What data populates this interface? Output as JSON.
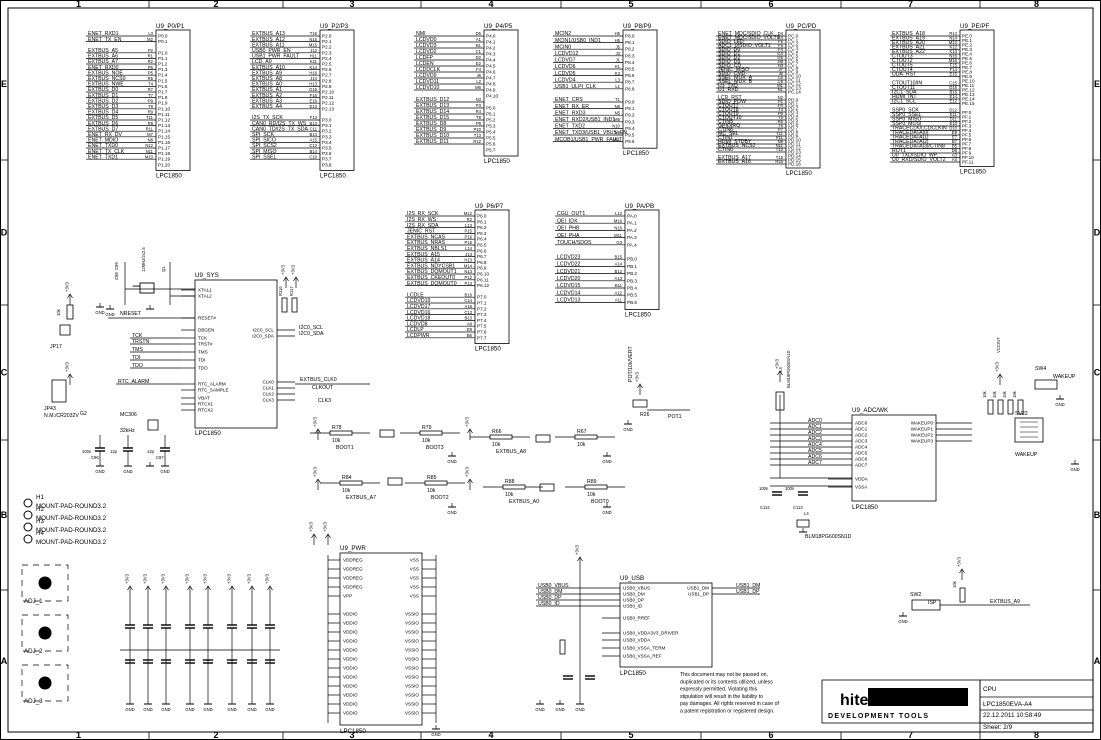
{
  "zones": {
    "cols": [
      "1",
      "2",
      "3",
      "4",
      "5",
      "6",
      "7",
      "8"
    ],
    "rows": [
      "E",
      "D",
      "C",
      "B",
      "A"
    ]
  },
  "parts": [
    {
      "name": "U9_P0/P1",
      "device": "LPC1850",
      "nets": [
        "ENET_RXD1",
        "ENET_TX_EN",
        "",
        "EXTBUS_A5",
        "EXTBUS_A6",
        "EXTBUS_A7",
        "ENET_RXD0",
        "EXTBUS_NOE",
        "EXTBUS_NCS0",
        "EXTBUS_NWE",
        "EXTBUS_D0",
        "EXTBUS_D1",
        "EXTBUS_D2",
        "EXTBUS_D3",
        "EXTBUS_D4",
        "EXTBUS_D5",
        "EXTBUS_D6",
        "EXTBUS_D7",
        "ENET_RX_DV",
        "ENET_MDIO",
        "ENET_TXD0",
        "ENET_TX_CLK",
        "ENET_TXD1"
      ],
      "balls": [
        "L3",
        "M2",
        "",
        "P2",
        "R1",
        "R2",
        "P5",
        "P5",
        "R5",
        "T4",
        "R7",
        "T7",
        "P9",
        "T9",
        "R9",
        "T11",
        "R9",
        "R11",
        "M7",
        "N8",
        "N12",
        "N11",
        "M10"
      ],
      "pins": [
        "P0.0",
        "P0.1",
        "",
        "P1.0",
        "P1.1",
        "P1.2",
        "P1.3",
        "P1.4",
        "P1.5",
        "P1.6",
        "P1.7",
        "P1.8",
        "P1.9",
        "P1.10",
        "P1.11",
        "P1.12",
        "P1.13",
        "P1.14",
        "P1.15",
        "P1.16",
        "P1.17",
        "P1.18",
        "P1.19",
        "P1.20"
      ]
    },
    {
      "name": "U9_P2/P3",
      "device": "LPC1850",
      "nets": [
        "EXTBUS_A13",
        "EXTBUS_A12",
        "EXTBUS_A11",
        "USB0_PWR_EN",
        "USB1_PWR_FAULT",
        "LCD_A0",
        "EXTBUS_A10",
        "EXTBUS_A9",
        "EXTBUS_A8",
        "EXTBUS_A0",
        "EXTBUS_A1",
        "EXTBUS_A2",
        "EXTBUS_A3",
        "EXTBUS_A4",
        "",
        "I2S_TX_SCK",
        "CAN0_RD/I2S_TX_WS",
        "CAN0_TD/I2S_TX_SDA",
        "SPI_SCK",
        "SPI_SICO",
        "SPI_SCS2",
        "SPI_MISO",
        "SPI_SSEL"
      ],
      "balls": [
        "T16",
        "N15",
        "M15",
        "J12",
        "H11",
        "K11",
        "K14",
        "H16",
        "J14",
        "H13",
        "G16",
        "F16",
        "E16",
        "E13",
        "",
        "F13",
        "B13",
        "C11",
        "B14",
        "A15",
        "C12",
        "B14",
        "C10"
      ],
      "pins": [
        "P2.0",
        "P2.1",
        "P2.2",
        "P2.3",
        "P2.4",
        "P2.5",
        "P2.6",
        "P2.7",
        "P2.8",
        "P2.9",
        "P2.10",
        "P2.11",
        "P2.12",
        "P2.13",
        "",
        "P3.0",
        "P3.1",
        "P3.2",
        "P3.3",
        "P3.4",
        "P3.5",
        "P3.6",
        "P3.7",
        "P3.8"
      ]
    },
    {
      "name": "U9_P4/P5",
      "device": "LPC1850",
      "nets": [
        "NMI",
        "LCDVD0",
        "LCDVD3",
        "LCDVD2",
        "LCDFP",
        "LCDEN",
        "LCDDCLK",
        "LCDVD9",
        "LCDVD11",
        "LCDVD10",
        "",
        "EXTBUS_D12",
        "EXTBUS_D13",
        "EXTBUS_D14",
        "EXTBUS_D15",
        "EXTBUS_D8",
        "EXTBUS_D9",
        "EXTBUS_D10",
        "EXTBUS_D11"
      ],
      "balls": [
        "D5",
        "A1",
        "B1",
        "C1",
        "D2",
        "E2",
        "F4",
        "J6",
        "L2",
        "M6",
        "",
        "N3",
        "P3",
        "R4",
        "T8",
        "P8",
        "P10",
        "T13",
        "R12"
      ],
      "pins": [
        "P4.0",
        "P4.1",
        "P4.2",
        "P4.3",
        "P4.4",
        "P4.5",
        "P4.6",
        "P4.7",
        "P4.8",
        "P4.9",
        "P4.10",
        "",
        "P5.0",
        "P5.1",
        "P5.2",
        "P5.3",
        "P5.4",
        "P5.5",
        "P5.6",
        "P5.7"
      ]
    },
    {
      "name": "U9_P8/P9",
      "device": "LPC1850",
      "nets": [
        "MCIN2",
        "MCIN1/USB0_IND1",
        "MCIN0",
        "LCDVD12",
        "LCDVD7",
        "LCDVD6",
        "LCDVD5",
        "LCDVD4",
        "USB1_ULPI_CLK",
        "",
        "ENET_CRS",
        "ENET_RX_ER",
        "ENET_RXD3",
        "ENET_RXD2/USB1_IND1",
        "ENET_TXD2",
        "ENET_TXD3/USB1_VBUS_EN",
        "MCOB1/USB1_PWR_FAULT"
      ],
      "balls": [
        "H5",
        "H5",
        "J5",
        "J3",
        "J1",
        "K1",
        "K3",
        "L3",
        "L1",
        "",
        "T1",
        "N6",
        "N5",
        "M5",
        "N10",
        "N9",
        "N11"
      ],
      "pins": [
        "P8.0",
        "P8.1",
        "P8.2",
        "P8.3",
        "P8.4",
        "P8.5",
        "P8.6",
        "P8.7",
        "P8.8",
        "",
        "P9.0",
        "P9.1",
        "P9.2",
        "P9.3",
        "P9.4",
        "P9.5",
        "P9.6"
      ]
    },
    {
      "name": "U9_PC/PD",
      "device": "LPC1850",
      "nets": [
        "ENET_MDC/SDIO_CLK",
        "ENET_MDC/SDIO_VOLT0",
        "SDIO_LED",
        "ADC1_0/SDIO_VOLT1",
        "SDIO_D0",
        "SDIO_D1",
        "SDIO_D2",
        "SDIO_D3",
        "SDIO_CD",
        "JENIC_MISO",
        "SDIO_CMD",
        "SSEL_MUX_A",
        "SSEL_MUX_B",
        "U1_TXD",
        "U1_RXD",
        "",
        "LCD_RST",
        "SDIO_POW",
        "CTOUT7",
        "CTOUT8",
        "CTOUT9",
        "CTOUT10",
        "CTIN5",
        "GPIOIRQ",
        "CTIN6",
        "MC_SEL",
        "CTIN1",
        "HDMI_STDBY",
        "EXTBUS_NCS2",
        "CTIN0",
        "",
        "EXTBUS_A17",
        "EXTBUS_A16"
      ],
      "balls": [
        "D4",
        "E4",
        "F6",
        "F5",
        "F4",
        "G4",
        "G6",
        "H6",
        "H4",
        "J7",
        "J5",
        "L5",
        "L6",
        "M1",
        "N1",
        "",
        "N2",
        "P1",
        "P4",
        "T3",
        "P6",
        "T5",
        "R6",
        "T6",
        "P7",
        "T11",
        "P11",
        "N9",
        "N11",
        "T10",
        "R12",
        "T15",
        "R16"
      ],
      "pins": [
        "PC.0",
        "PC.1",
        "PC.2",
        "PC.3",
        "PC.4",
        "PC.5",
        "PC.6",
        "PC.7",
        "PC.8",
        "PC.9",
        "PC.10",
        "PC.11",
        "PC.12",
        "PC.13",
        "PC.14",
        "",
        "PD.0",
        "PD.1",
        "PD.2",
        "PD.3",
        "PD.4",
        "PD.5",
        "PD.6",
        "PD.7",
        "PD.8",
        "PD.9",
        "PD.10",
        "PD.11",
        "PD.12",
        "PD.13",
        "PD.14",
        "PD.15",
        "PD.16"
      ]
    },
    {
      "name": "U9_PE/PF",
      "device": "LPC1850",
      "nets": [
        "EXTBUS_A18",
        "EXTBUS_A19",
        "EXTBUS_A20",
        "EXTBUS_A21",
        "EXTBUS_A22",
        "CTOUT3",
        "CTOUT2",
        "CTOUT5",
        "CTOUT4",
        "UDA_RST",
        "",
        "CTOUT10/IN",
        "CTOUT11",
        "I2C1_SDA",
        "HDMI_INT",
        "I2C1_SCL",
        "",
        "SSP0_SCK",
        "SSP0_SSEL",
        "SSP0_MISO",
        "SSP0_MOSI",
        "TRACECLK/LCDCLKIN",
        "TRACEDATA[0]",
        "TRACEDATA[1]",
        "TRACEDATA[2]",
        "TRACEDATA[3]/CTIN8",
        "ROT1",
        "U0_TXD/SDIO_WP",
        "U0_RXD/SDIO_VOLT2"
      ],
      "balls": [
        "R14",
        "N14",
        "M13",
        "K12",
        "K13",
        "N16",
        "M16",
        "F15",
        "F14",
        "E15",
        "",
        "C15",
        "D16",
        "B16",
        "E14",
        "E12",
        "",
        "D12",
        "E11",
        "D11",
        "E10",
        "D10",
        "E9",
        "E7",
        "B7",
        "B5",
        "D8",
        "A3",
        "A4"
      ],
      "pins": [
        "PE.0",
        "PE.1",
        "PE.2",
        "PE.3",
        "PE.4",
        "PE.5",
        "PE.6",
        "PE.7",
        "PE.8",
        "PE.9",
        "PE.10",
        "PE.11",
        "PE.12",
        "PE.13",
        "PE.14",
        "PE.15",
        "",
        "PF.0",
        "PF.1",
        "PF.2",
        "PF.3",
        "PF.4",
        "PF.5",
        "PF.6",
        "PF.7",
        "PF.8",
        "PF.9",
        "PF.10",
        "PF.11"
      ]
    },
    {
      "name": "U9_P6/P7",
      "device": "LPC1850",
      "nets": [
        "I2S_RX_SCK",
        "I2S_RX_WS",
        "I2S_RX_SDA",
        "JENIC_RST",
        "EXTBUS_NCAS",
        "EXTBUS_NRAS",
        "EXTBUS_NBLS1",
        "EXTBUS_A15",
        "EXTBUS_A14",
        "EXTBUS_NDYCSB1",
        "EXTBUS_DQMOUT1",
        "EXTBUS_CKEOUT0",
        "EXTBUS_DQMOUT0",
        "",
        "LCDLE",
        "LCDVD19",
        "LCDVD17",
        "LCDVD16",
        "LCDVD18",
        "LCDVD8",
        "LCDLP",
        "LCDPWR"
      ],
      "balls": [
        "M12",
        "R2",
        "L13",
        "P15",
        "P16",
        "P15",
        "L14",
        "J13",
        "H13",
        "M14",
        "N13",
        "P12",
        "P13",
        "",
        "B16",
        "C14",
        "A16",
        "C13",
        "B13",
        "A8",
        "E8",
        "B6"
      ],
      "pins": [
        "P6.0",
        "P6.1",
        "P6.2",
        "P6.3",
        "P6.4",
        "P6.5",
        "P6.6",
        "P6.7",
        "P6.8",
        "P6.9",
        "P6.10",
        "P6.11",
        "P6.12",
        "",
        "P7.0",
        "P7.1",
        "P7.2",
        "P7.3",
        "P7.4",
        "P7.5",
        "P7.6",
        "P7.7"
      ]
    },
    {
      "name": "U9_PA/PB",
      "device": "LPC1850",
      "nets": [
        "CGU_OUT1",
        "QEI_IDX",
        "QEI_PHB",
        "QEI_PHA",
        "TOUCH/SDOS",
        "",
        "LCDVD23",
        "LCDVD22",
        "LCDVD21",
        "LCDVD20",
        "LCDVD15",
        "LCDVD14",
        "LCDVD13"
      ],
      "balls": [
        "L12",
        "M16",
        "N16",
        "M11",
        "G3",
        "",
        "B15",
        "A14",
        "B12",
        "A13",
        "B11",
        "A12",
        "A11"
      ],
      "pins": [
        "PA.0",
        "PA.1",
        "PA.2",
        "PA.3",
        "PA.4",
        "",
        "PB.0",
        "PB.1",
        "PB.2",
        "PB.3",
        "PB.4",
        "PB.5",
        "PB.6"
      ]
    }
  ],
  "sys": {
    "name": "U9_SYS",
    "device": "LPC1850",
    "pins_left": [
      "XTAL1",
      "XTAL2",
      "RESET#",
      "DBGEN",
      "TCK",
      "TRST#",
      "TMS",
      "TDI",
      "TDO",
      "RTC_ALARM",
      "RTC_SAMPLE",
      "VBAT",
      "RTCX1",
      "RTCX2"
    ],
    "pins_right": [
      "I2C0_SCL",
      "I2C0_SDA",
      "CLK0",
      "CLK1",
      "CLK2",
      "CLK3"
    ],
    "nets": [
      "NRESET",
      "TCK",
      "TRSTN",
      "TMS",
      "TDI",
      "TDO",
      "RTC_ALARM",
      "I2C0_SCL",
      "I2C0_SDA",
      "EXTBUS_CLK0",
      "CLKOUT",
      "CLK3"
    ],
    "parts": [
      "JP17",
      "JP43",
      "N.M./CR2032V",
      "MC306",
      "32kHz",
      "Q1",
      "12MHz/2x2.5",
      "G2",
      "C96",
      "C97",
      "C98",
      "C99",
      "100n",
      "12p",
      "12p",
      "R116",
      "R117",
      "2k2",
      "2k2"
    ]
  },
  "pots": [
    {
      "ref": "R78",
      "val": "10k",
      "net": "BOOT1"
    },
    {
      "ref": "R79",
      "val": "10k",
      "net": "BOOT3"
    },
    {
      "ref": "R66",
      "val": "10k",
      "net": "EXTBUS_A8"
    },
    {
      "ref": "R67",
      "val": "10k",
      "net": ""
    },
    {
      "ref": "R84",
      "val": "10k",
      "net": "EXTBUS_A7"
    },
    {
      "ref": "R85",
      "val": "10k",
      "net": "BOOT2"
    },
    {
      "ref": "R88",
      "val": "10k",
      "net": "EXTBUS_A0"
    },
    {
      "ref": "R89",
      "val": "10k",
      "net": "BOOT0"
    }
  ],
  "potentiometer": {
    "label": "POT/10k/VERT",
    "ref": "R26",
    "net": "POT1",
    "gnd": "GND"
  },
  "adc": {
    "name": "U9_ADC/WK",
    "device": "LPC1850",
    "nets": [
      "ADC0",
      "ADC1",
      "ADC2",
      "ADC3",
      "ADC4",
      "ADC5",
      "ADC6",
      "ADC7"
    ],
    "pins_left": [
      "ADC0",
      "ADC1",
      "ADC2",
      "ADC3",
      "ADC4",
      "ADC5",
      "ADC6",
      "ADC7",
      "VDDA",
      "VSSA"
    ],
    "pins_right": [
      "WAKEUP0",
      "WAKEUP1",
      "WAKEUP2",
      "WAKEUP3"
    ],
    "parts": [
      "L3",
      "BLM18PG600SN1D",
      "L4",
      "BLM18PG600SN1D",
      "C114",
      "C113",
      "100n",
      "100n",
      "SV22",
      "SW4",
      "WAKEUP",
      "WAKEUP"
    ]
  },
  "mounting": [
    "H1",
    "MOUNT-PAD-ROUND3.2",
    "H2",
    "MOUNT-PAD-ROUND3.2",
    "H3",
    "MOUNT-PAD-ROUND3.2",
    "H4",
    "MOUNT-PAD-ROUND3.2"
  ],
  "adj": [
    "ADJ_1",
    "ADJ_2",
    "ADJ_3"
  ],
  "pwr": {
    "name": "U9_PWR",
    "device": "LPC1850",
    "left": [
      "VDDREG",
      "VDDREG",
      "VDDREG",
      "VDDREG",
      "VPP",
      "",
      "VDDIO",
      "VDDIO",
      "VDDIO",
      "VDDIO",
      "VDDIO",
      "VDDIO",
      "VDDIO",
      "VDDIO",
      "VDDIO",
      "VDDIO",
      "VDDIO",
      "VDDIO"
    ],
    "right": [
      "VSS",
      "VSS",
      "VSS",
      "VSS",
      "VSS",
      "",
      "VSSIO",
      "VSSIO",
      "VSSIO",
      "VSSIO",
      "VSSIO",
      "VSSIO",
      "VSSIO",
      "VSSIO",
      "VSSIO",
      "VSSIO",
      "VSSIO",
      "VSSIO"
    ]
  },
  "usb": {
    "name": "U9_USB",
    "device": "LPC1850",
    "nets": [
      "USB0_VBUS",
      "USB0_DM",
      "USB0_DP",
      "USB0_ID"
    ],
    "pins_left": [
      "USB0_VBUS",
      "USB0_DM",
      "USB0_DP",
      "USB0_ID",
      "USB0_RREF",
      "USB0_VDDA3V3_DRIVER",
      "USB0_VDDA",
      "USB0_VSSA_TERM",
      "USB0_VSSA_REF"
    ],
    "pins_right": [
      "USB1_DM",
      "USB1_DP"
    ],
    "out_nets": [
      "USB1_DM",
      "USB1_DP"
    ]
  },
  "isp": {
    "sw": "SW2",
    "label": "ISP",
    "net": "EXTBUS_A9",
    "res": "10k"
  },
  "power_label": "+3V3",
  "gnd_label": "GND",
  "notice": "This document may not be passed on, duplicated or its contents utilized, unless expressly permitted. Violating this stipulation will result in the liability to pay damages. All rights reserved in case of a patent registration or registered design.",
  "title_block": {
    "logo": "hitex",
    "tagline": "DEVELOPMENT TOOLS",
    "sheet_title": "CPU",
    "project": "LPC1850EVA-A4",
    "date": "22.12.2011 10:58:49",
    "sheet": "Sheet: 2/9"
  }
}
